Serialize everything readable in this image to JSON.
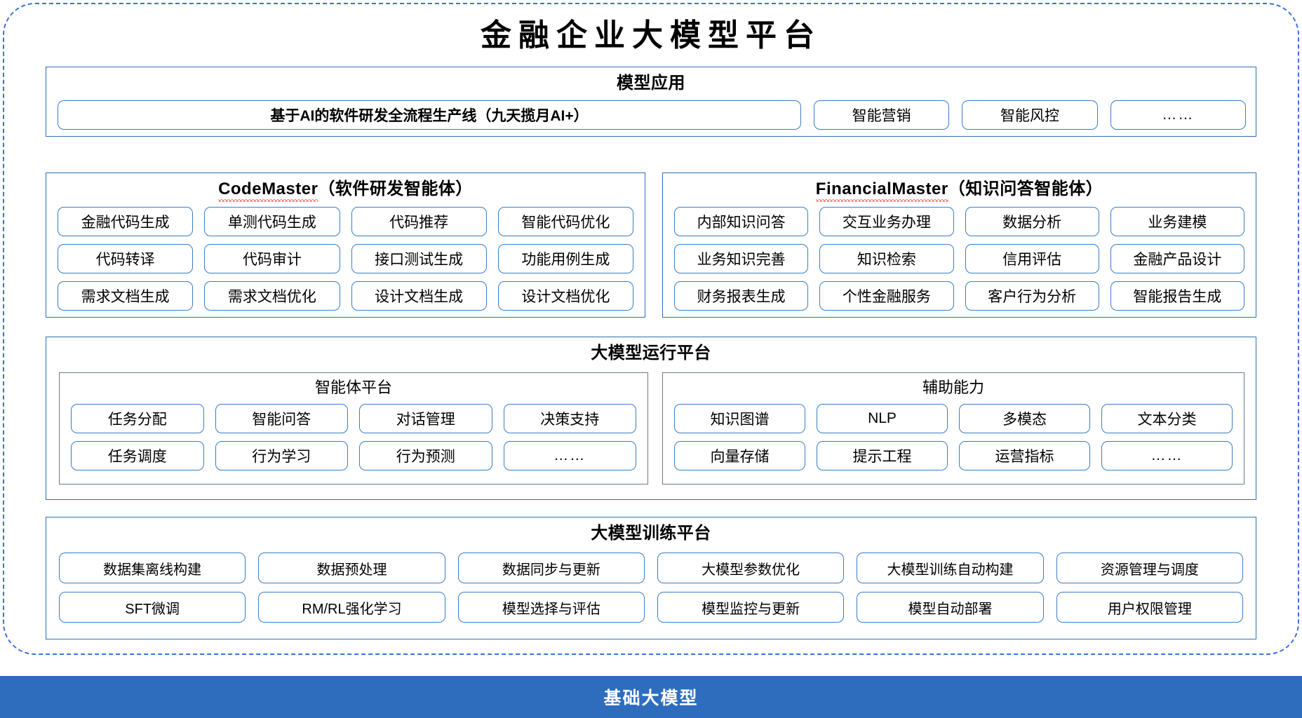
{
  "title": "金融企业大模型平台",
  "colors": {
    "outer_border": "#3b6fe0",
    "panel_border": "#2f6fb5",
    "pill_border": "#3a7cc4",
    "subpanel_border": "#6f7b86",
    "base_bar": "#2e6dbe",
    "spellcheck_underline": "#e8443a"
  },
  "sections": {
    "model_application": {
      "title": "模型应用",
      "items": [
        "基于AI的软件研发全流程生产线（九天揽月AI+）",
        "智能营销",
        "智能风控",
        "……"
      ]
    },
    "code_master": {
      "title_en": "CodeMaster",
      "title_cn": "（软件研发智能体）",
      "items": [
        "金融代码生成",
        "单测代码生成",
        "代码推荐",
        "智能代码优化",
        "代码转译",
        "代码审计",
        "接口测试生成",
        "功能用例生成",
        "需求文档生成",
        "需求文档优化",
        "设计文档生成",
        "设计文档优化"
      ]
    },
    "financial_master": {
      "title_en": "FinancialMaster",
      "title_cn": "（知识问答智能体）",
      "items": [
        "内部知识问答",
        "交互业务办理",
        "数据分析",
        "业务建模",
        "业务知识完善",
        "知识检索",
        "信用评估",
        "金融产品设计",
        "财务报表生成",
        "个性金融服务",
        "客户行为分析",
        "智能报告生成"
      ]
    },
    "runtime_platform": {
      "title": "大模型运行平台",
      "agent_platform": {
        "title": "智能体平台",
        "items": [
          "任务分配",
          "智能问答",
          "对话管理",
          "决策支持",
          "任务调度",
          "行为学习",
          "行为预测",
          "……"
        ]
      },
      "auxiliary": {
        "title": "辅助能力",
        "items": [
          "知识图谱",
          "NLP",
          "多模态",
          "文本分类",
          "向量存储",
          "提示工程",
          "运营指标",
          "……"
        ]
      }
    },
    "training_platform": {
      "title": "大模型训练平台",
      "items": [
        "数据集离线构建",
        "数据预处理",
        "数据同步与更新",
        "大模型参数优化",
        "大模型训练自动构建",
        "资源管理与调度",
        "SFT微调",
        "RM/RL强化学习",
        "模型选择与评估",
        "模型监控与更新",
        "模型自动部署",
        "用户权限管理"
      ]
    },
    "base_model": {
      "label": "基础大模型"
    }
  }
}
